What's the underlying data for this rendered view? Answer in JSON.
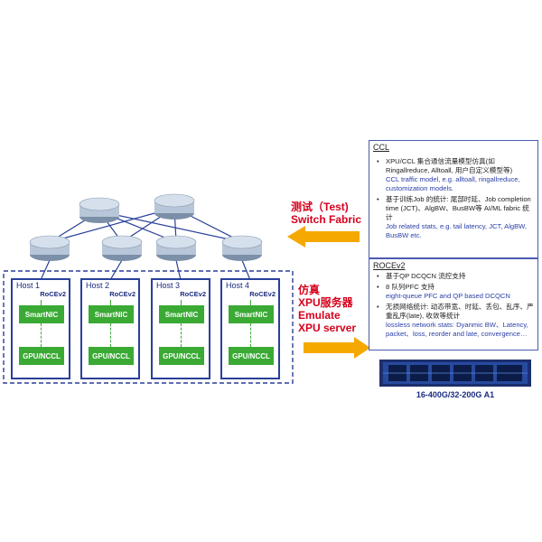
{
  "hosts": [
    {
      "label": "Host 1",
      "roce": "RoCEv2",
      "nic": "SmartNIC",
      "gpu": "GPU/NCCL"
    },
    {
      "label": "Host 2",
      "roce": "RoCEv2",
      "nic": "SmartNIC",
      "gpu": "GPU/NCCL"
    },
    {
      "label": "Host 3",
      "roce": "RoCEv2",
      "nic": "SmartNIC",
      "gpu": "GPU/NCCL"
    },
    {
      "label": "Host 4",
      "roce": "RoCEv2",
      "nic": "SmartNIC",
      "gpu": "GPU/NCCL"
    }
  ],
  "switch_fabric": {
    "line1": "测试（Test)",
    "line2": "Switch Fabric"
  },
  "emulate": {
    "line1": "仿真",
    "line2": "XPU服务器",
    "line3": "Emulate",
    "line4": "XPU server"
  },
  "ccl_panel": {
    "title": "CCL",
    "items": [
      {
        "zh": "XPU/CCL 集合通信流量模型仿真(如 Ringallreduce, Alltoall, 用户自定义模型等)",
        "en": "CCL traffic model, e.g. alltoall, ringallreduce, customization models."
      },
      {
        "zh": "基于训练Job 的统计: 尾部时延、Job completion time (JCT)、AlgBW、BusBW等 AI/ML fabric 统计",
        "en": "Job related stats, e.g. tail latency, JCT, AlgBW, BusBW etc."
      }
    ]
  },
  "rocev2_panel": {
    "title": "ROCEv2",
    "items": [
      {
        "zh": "基于QP DCQCN 流控支持",
        "en": ""
      },
      {
        "zh": "8 队列PFC 支持",
        "en": "eight-queue PFC and QP based DCQCN"
      },
      {
        "zh": "无损网络统计: 动态带宽、时延、丢包、乱序、严重乱序(late), 收敛等统计",
        "en": "lossless network stats: Dyanmic BW、Latency, packet、loss, reorder and late, convergence…"
      }
    ]
  },
  "device_caption": "16-400G/32-200G A1",
  "colors": {
    "accent_red": "#d6001c",
    "nic_green": "#3aaa35",
    "border_blue": "#2a3f9a",
    "arrow_orange": "#f5a800"
  }
}
